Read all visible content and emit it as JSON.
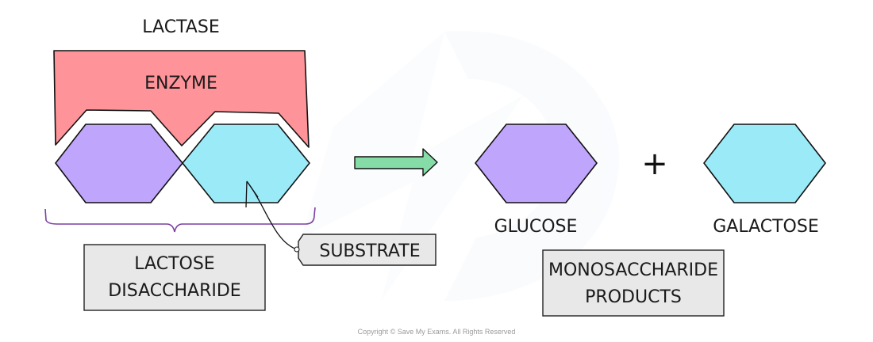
{
  "diagram": {
    "title": "LACTASE",
    "enzyme_label": "ENZYME",
    "substrate_label": "SUBSTRATE",
    "reactant_box": {
      "line1": "LACTOSE",
      "line2": "DISACCHARIDE"
    },
    "products": [
      {
        "name": "GLUCOSE"
      },
      {
        "name": "GALACTOSE"
      }
    ],
    "plus_symbol": "+",
    "products_box": {
      "line1": "MONOSACCHARIDE",
      "line2": "PRODUCTS"
    },
    "copyright": "Copyright © Save My Exams. All Rights Reserved",
    "colors": {
      "enzyme": "#fe9499",
      "glucose": "#bfa5fc",
      "galactose": "#9aeaf8",
      "arrow": "#86dca6",
      "brace": "#7b3fa0",
      "label_box": "#e8e8e8"
    }
  }
}
